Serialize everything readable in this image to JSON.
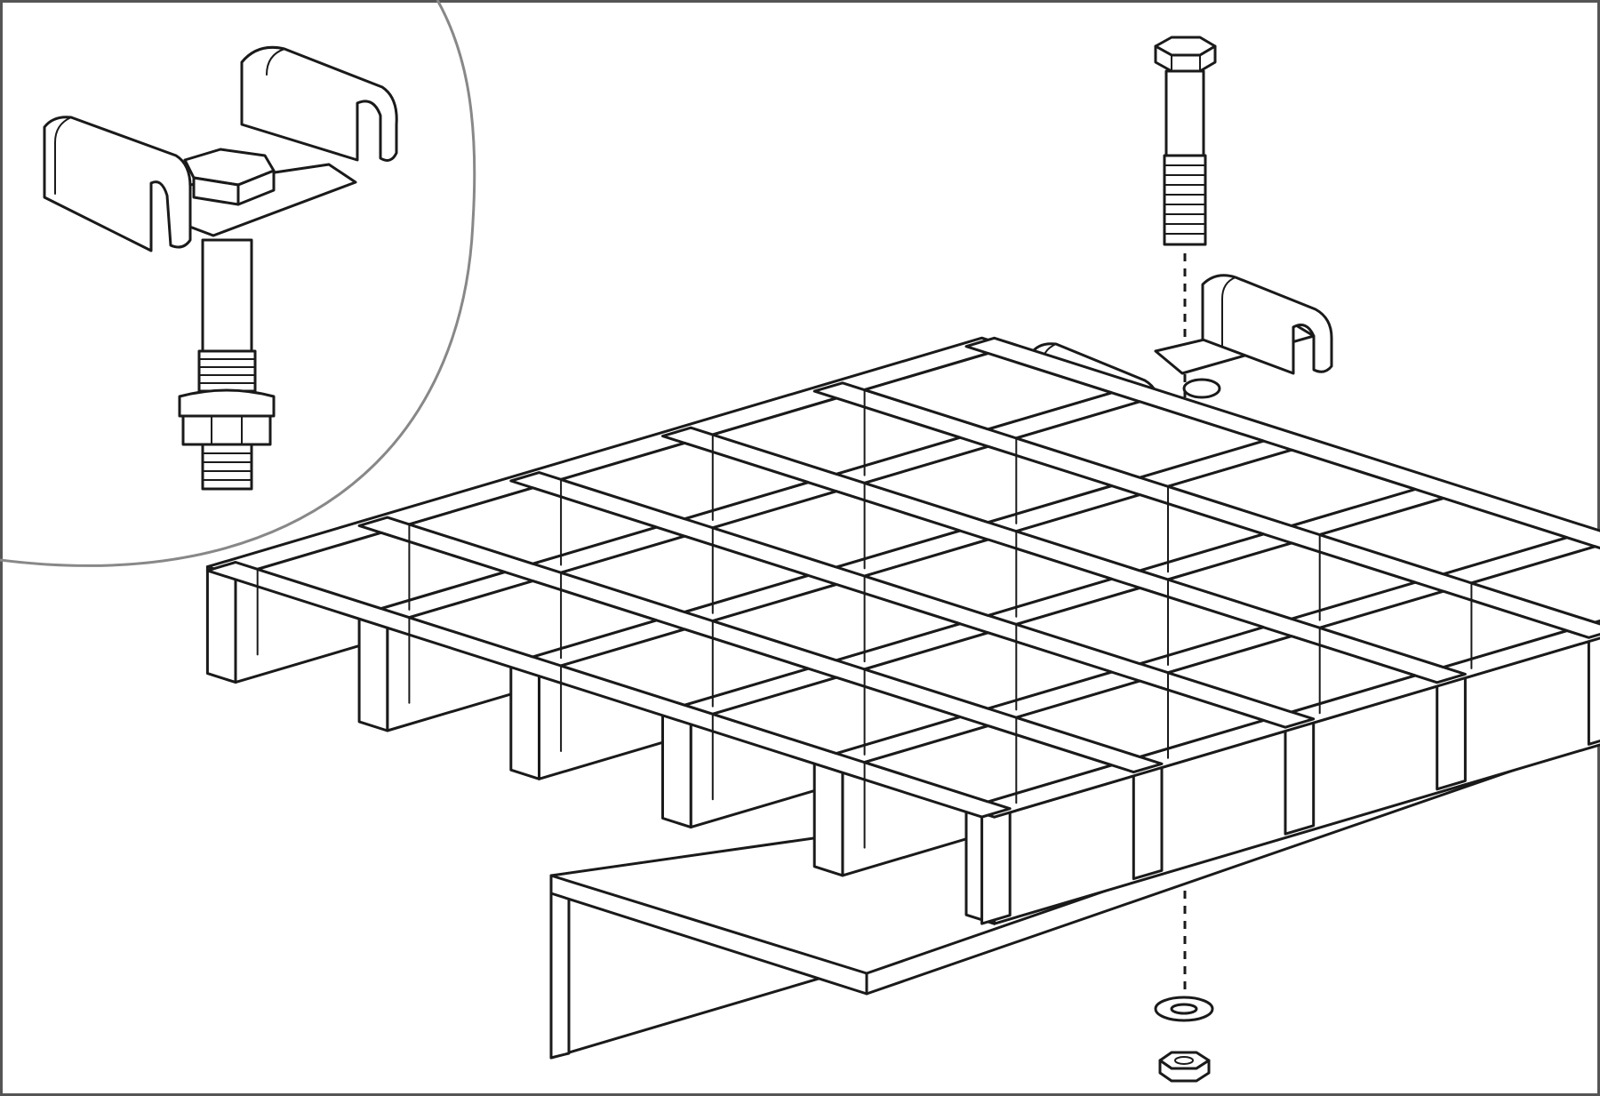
{
  "diagram": {
    "parts": [
      {
        "id": "grating-panel"
      },
      {
        "id": "support-plate"
      },
      {
        "id": "hex-bolt"
      },
      {
        "id": "m-clip"
      },
      {
        "id": "washer"
      },
      {
        "id": "hex-nut"
      },
      {
        "id": "assembled-clip-detail"
      }
    ],
    "colors": {
      "stroke": "#1a1a1a",
      "fill": "#ffffff",
      "inset_outline": "#888888",
      "frame": "#555555"
    }
  }
}
